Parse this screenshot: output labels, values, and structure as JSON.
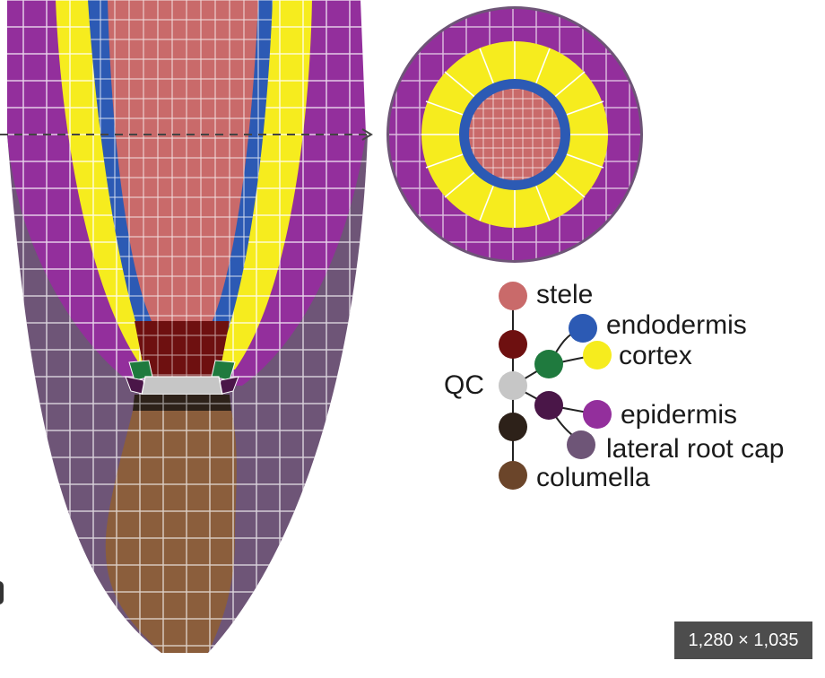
{
  "legend": {
    "stele": "stele",
    "endodermis": "endodermis",
    "cortex": "cortex",
    "qc": "QC",
    "epidermis": "epidermis",
    "lateral_root_cap": "lateral root cap",
    "columella": "columella"
  },
  "image_size_badge": "1,280 × 1,035",
  "colors": {
    "stele": "#c96a6a",
    "stele_initials": "#6e1010",
    "endodermis": "#2c5ab4",
    "cortex": "#f6ec1e",
    "cortex_endodermis_initial": "#1f7a3e",
    "qc": "#c6c6c6",
    "epidermis": "#932f9c",
    "epidermis_lrc_initial": "#4a1648",
    "lateral_root_cap": "#6e5577",
    "columella_initial": "#2d2119",
    "columella": "#8b5e3c"
  }
}
